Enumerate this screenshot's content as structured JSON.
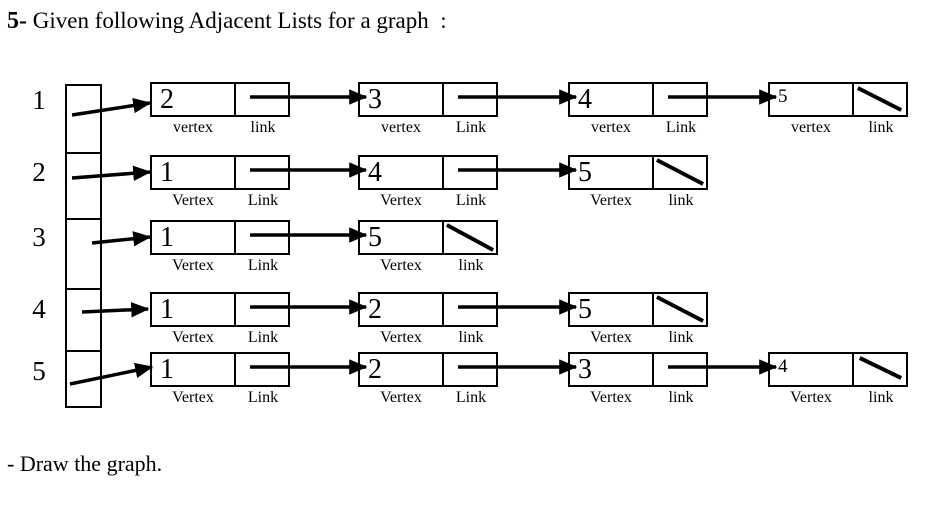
{
  "title": {
    "number": "5-",
    "text": " Given following Adjacent Lists for a graph  :"
  },
  "footer": "- Draw the graph.",
  "adjacency": {
    "structure": "adjacency-list",
    "rows": [
      {
        "index": "1",
        "nodes": [
          {
            "value": "2",
            "vertex_label": "vertex",
            "link_label": "link",
            "terminal": false
          },
          {
            "value": "3",
            "vertex_label": "vertex",
            "link_label": "Link",
            "terminal": false
          },
          {
            "value": "4",
            "vertex_label": "vertex",
            "link_label": "Link",
            "terminal": false
          },
          {
            "value": "5",
            "vertex_label": "vertex",
            "link_label": "link",
            "terminal": true
          }
        ]
      },
      {
        "index": "2",
        "nodes": [
          {
            "value": "1",
            "vertex_label": "Vertex",
            "link_label": "Link",
            "terminal": false
          },
          {
            "value": "4",
            "vertex_label": "Vertex",
            "link_label": "Link",
            "terminal": false
          },
          {
            "value": "5",
            "vertex_label": "Vertex",
            "link_label": "link",
            "terminal": true
          }
        ]
      },
      {
        "index": "3",
        "nodes": [
          {
            "value": "1",
            "vertex_label": "Vertex",
            "link_label": "Link",
            "terminal": false
          },
          {
            "value": "5",
            "vertex_label": "Vertex",
            "link_label": "link",
            "terminal": true
          }
        ]
      },
      {
        "index": "4",
        "nodes": [
          {
            "value": "1",
            "vertex_label": "Vertex",
            "link_label": "Link",
            "terminal": false
          },
          {
            "value": "2",
            "vertex_label": "Vertex",
            "link_label": "link",
            "terminal": false
          },
          {
            "value": "5",
            "vertex_label": "Vertex",
            "link_label": "link",
            "terminal": true
          }
        ]
      },
      {
        "index": "5",
        "nodes": [
          {
            "value": "1",
            "vertex_label": "Vertex",
            "link_label": "Link",
            "terminal": false
          },
          {
            "value": "2",
            "vertex_label": "Vertex",
            "link_label": "Link",
            "terminal": false
          },
          {
            "value": "3",
            "vertex_label": "Vertex",
            "link_label": "link",
            "terminal": false
          },
          {
            "value": "4",
            "vertex_label": "Vertex",
            "link_label": "link",
            "terminal": true
          }
        ]
      }
    ],
    "colors": {
      "ink": "#000000",
      "paper": "#ffffff"
    }
  }
}
